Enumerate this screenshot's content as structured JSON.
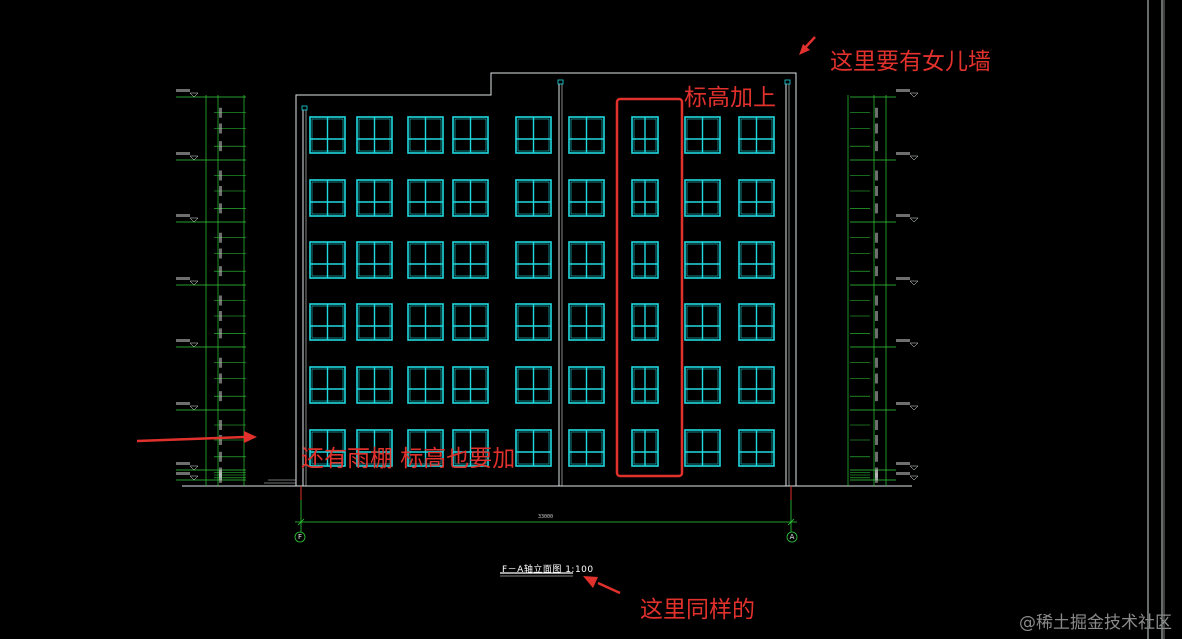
{
  "annotations": {
    "parapet": "这里要有女儿墙",
    "elevation_add": "标高加上",
    "canopy": "还有雨棚 标高也要加",
    "same_here": "这里同样的"
  },
  "drawing": {
    "title": "F－A轴立面图 1:100",
    "overall_dimension": "33000",
    "axis_left": "F",
    "axis_right": "A"
  },
  "watermark": "@稀土掘金技术社区",
  "colors": {
    "background": "#000000",
    "window": "#1fd9e0",
    "dimension": "#2fcf3a",
    "outline": "#dfe6e6",
    "annotation": "#e0312d"
  }
}
